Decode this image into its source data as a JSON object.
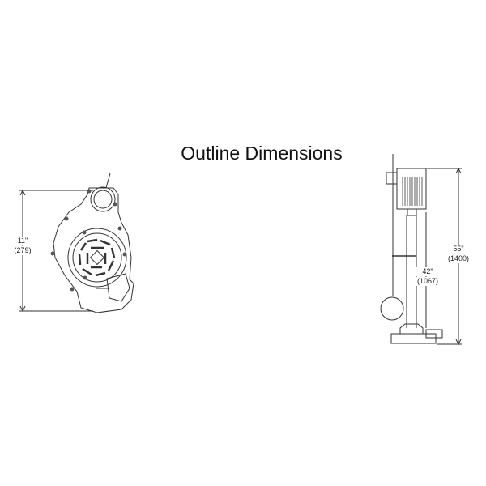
{
  "title": "Outline Dimensions",
  "left_view": {
    "height_in": "11\"",
    "height_mm": "(279)"
  },
  "right_view": {
    "overall_in": "55\"",
    "overall_mm": "(1400)",
    "column_in": "42\"",
    "column_mm": "(1067)"
  }
}
